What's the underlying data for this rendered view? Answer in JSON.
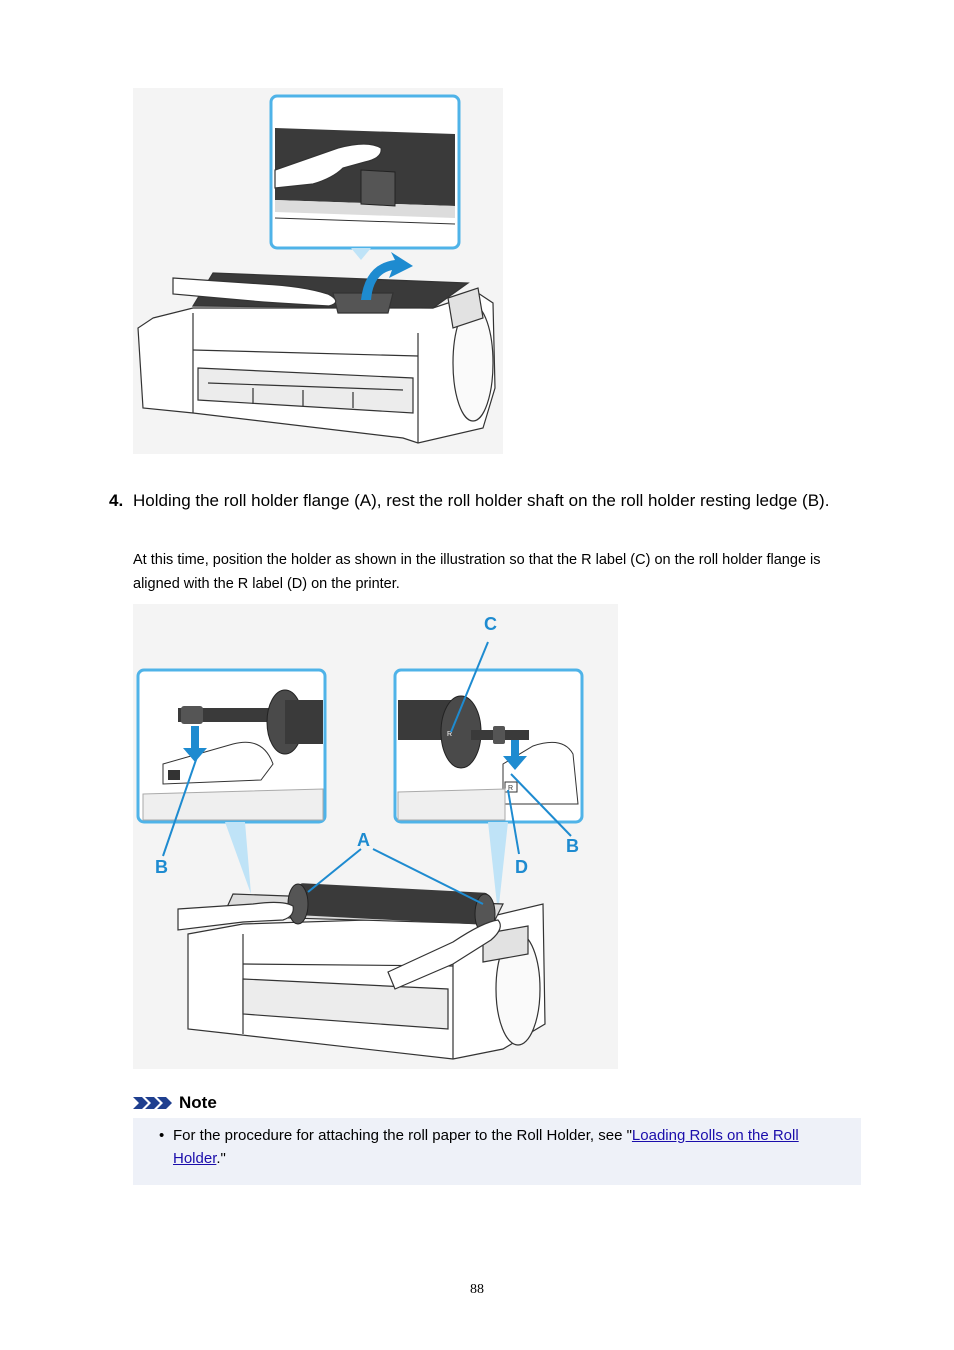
{
  "step": {
    "number": "4.",
    "text": "Holding the roll holder flange (A), rest the roll holder shaft on the roll holder resting ledge (B).",
    "detail": "At this time, position the holder as shown in the illustration so that the R label (C) on the roll holder flange is aligned with the R label (D) on the printer."
  },
  "figure2": {
    "callouts": {
      "a": "A",
      "b_left": "B",
      "b_right": "B",
      "c": "C",
      "d": "D"
    },
    "inset_labels": {
      "r_flange": "R",
      "r_printer": "R"
    }
  },
  "note": {
    "heading": "Note",
    "bullet": "•",
    "text_before": "For the procedure for attaching the roll paper to the Roll Holder, see \"",
    "link_text": "Loading Rolls on the Roll Holder",
    "text_after": ".\""
  },
  "page_number": "88",
  "colors": {
    "callout": "#1e8bd0",
    "note_bg": "#eef1f8",
    "link": "#1a0dab",
    "note_icon": "#1f3f8f"
  }
}
